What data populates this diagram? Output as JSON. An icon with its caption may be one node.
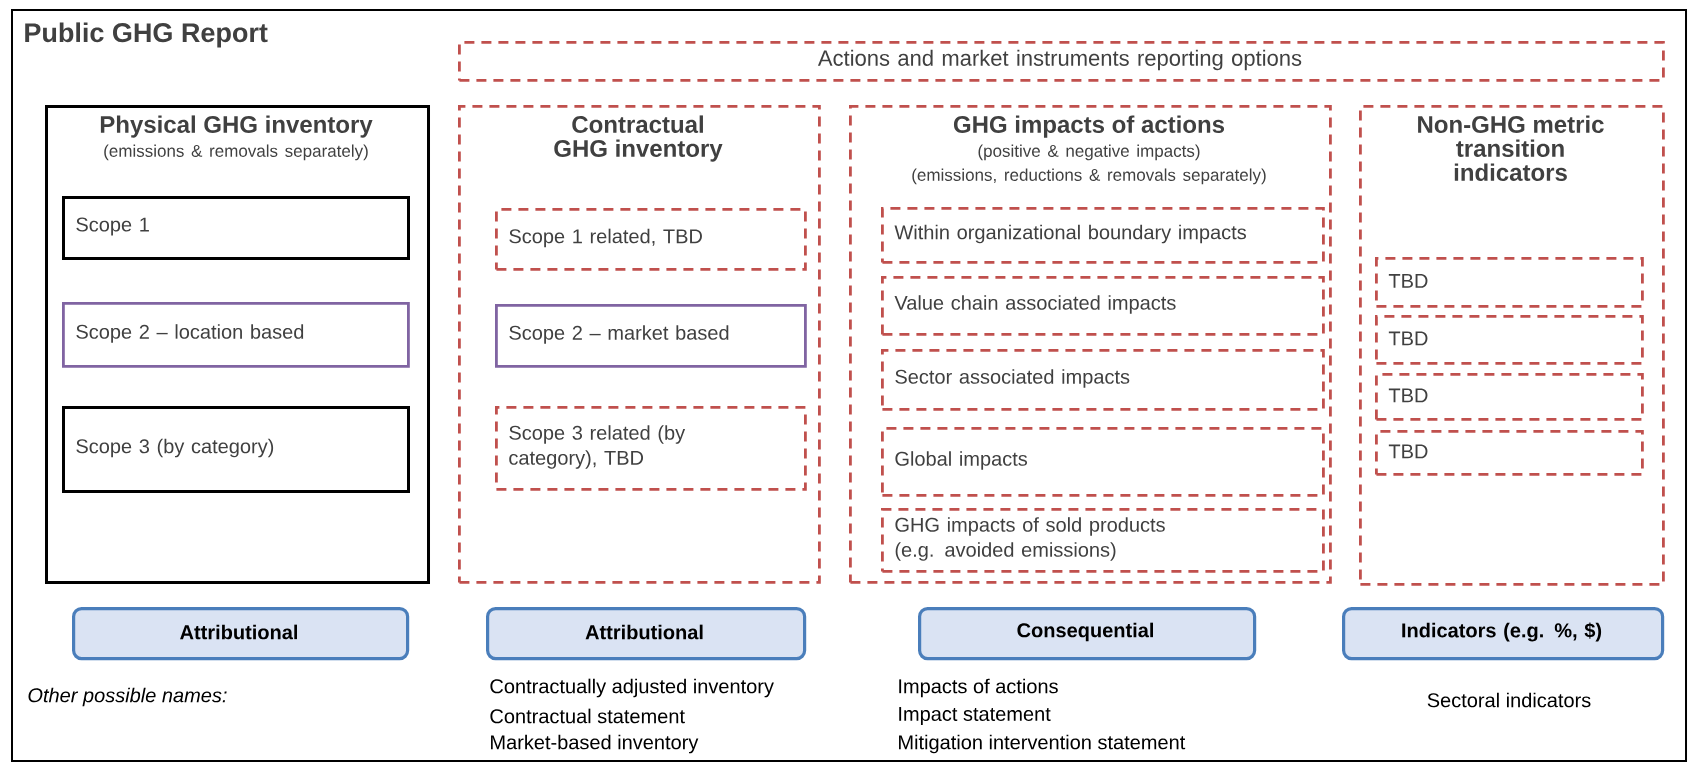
{
  "diagram": {
    "nodes": [
      {
        "text": [
          "Public GHG Report"
        ]
      },
      {
        "text": [
          "Actions and market instruments reporting options"
        ],
        "in": 0
      },
      {
        "text": [
          "Physical GHG inventory",
          "(emissions & removals separately)"
        ],
        "in": 0
      },
      {
        "text": [
          "Scope 1"
        ],
        "in": 2
      },
      {
        "text": [
          "Scope 2 – location based"
        ],
        "in": 2
      },
      {
        "text": [
          "Scope 3 (by category)"
        ],
        "in": 2
      },
      {
        "text": [
          "Contractual GHG inventory"
        ],
        "in": 0
      },
      {
        "text": [
          "Scope 1 related, TBD"
        ],
        "in": 6
      },
      {
        "text": [
          "Scope 2 – market based"
        ],
        "in": 6
      },
      {
        "text": [
          "Scope 3 related (by category), TBD"
        ],
        "in": 6
      },
      {
        "text": [
          "GHG impacts of actions",
          "(positive & negative impacts)",
          "(emissions, reductions & removals separately)"
        ],
        "in": 0
      },
      {
        "text": [
          "Within organizational boundary impacts"
        ],
        "in": 10
      },
      {
        "text": [
          "Value chain associated impacts"
        ],
        "in": 10
      },
      {
        "text": [
          "Sector associated impacts"
        ],
        "in": 10
      },
      {
        "text": [
          "Global impacts"
        ],
        "in": 10
      },
      {
        "text": [
          "GHG impacts of sold products (e.g. avoided emissions)"
        ],
        "in": 10
      },
      {
        "text": [
          "Non-GHG metric transition indicators"
        ],
        "in": 0
      },
      {
        "text": [
          "TBD"
        ],
        "in": 16
      },
      {
        "text": [
          "TBD"
        ],
        "in": 16
      },
      {
        "text": [
          "TBD"
        ],
        "in": 16
      },
      {
        "text": [
          "TBD"
        ],
        "in": 16
      },
      {
        "text": [
          "Attributional"
        ],
        "in": 0
      },
      {
        "text": [
          "Attributional"
        ],
        "in": 0
      },
      {
        "text": [
          "Consequential"
        ],
        "in": 0
      },
      {
        "text": [
          "Indicators (e.g. %, $)"
        ],
        "in": 0
      }
    ],
    "labels": [
      "Other possible names:",
      "Contractually adjusted inventory",
      "Contractual statement",
      "Market-based inventory",
      "Impacts of actions",
      "Impact statement",
      "Mitigation intervention statement",
      "Sectoral indicators"
    ]
  }
}
